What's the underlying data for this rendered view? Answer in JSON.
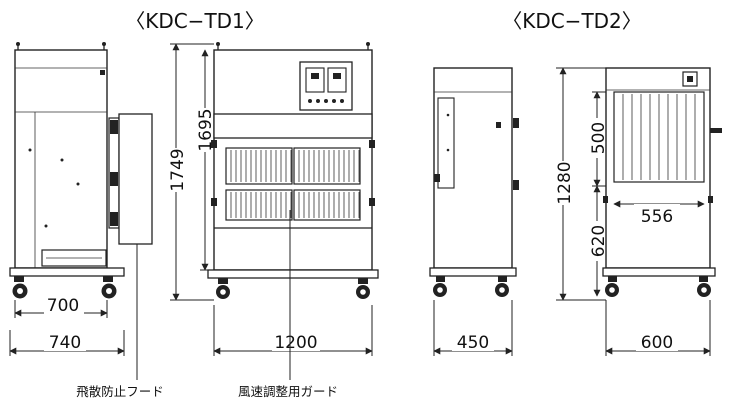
{
  "headings": {
    "td1": "〈KDC−TD1〉",
    "td2": "〈KDC−TD2〉"
  },
  "dimensions": {
    "td1_side_inner_width": "700",
    "td1_side_outer_width": "740",
    "td1_front_width": "1200",
    "td1_total_height": "1749",
    "td1_body_height": "1695",
    "td2_side_width": "450",
    "td2_front_width": "600",
    "td2_total_height": "1280",
    "td2_upper_height": "500",
    "td2_lower_height": "620",
    "td2_panel_width": "556"
  },
  "callouts": {
    "splash_hood": "飛散防止フード",
    "airflow_guard": "風速調整用ガード"
  },
  "colors": {
    "line": "#222222",
    "background": "#ffffff"
  }
}
